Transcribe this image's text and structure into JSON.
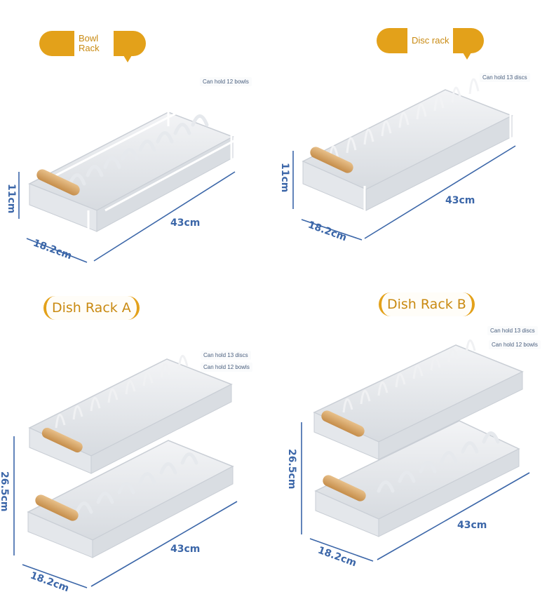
{
  "panels": [
    {
      "name": "Bowl\nRack",
      "note": [
        "Can hold 12 bowls"
      ],
      "height": "11cm",
      "depth": "18.2cm",
      "width": "43cm"
    },
    {
      "name": "Disc rack",
      "note": [
        "Can hold 13 discs"
      ],
      "height": "11cm",
      "depth": "18.2cm",
      "width": "43cm"
    },
    {
      "name": "Dish Rack A",
      "note": [
        "Can hold 13 discs",
        "Can hold 12 bowls"
      ],
      "height": "26.5cm",
      "depth": "18.2cm",
      "width": "43cm"
    },
    {
      "name": "Dish Rack B",
      "note": [
        "Can hold 13 discs",
        "Can hold 12 bowls"
      ],
      "height": "26.5cm",
      "depth": "18.2cm",
      "width": "43cm"
    }
  ],
  "colors": {
    "accent": "#e3a11a",
    "dimension": "#3b66a8",
    "frame": "#e9ebee",
    "wood": "#d7a86a"
  }
}
